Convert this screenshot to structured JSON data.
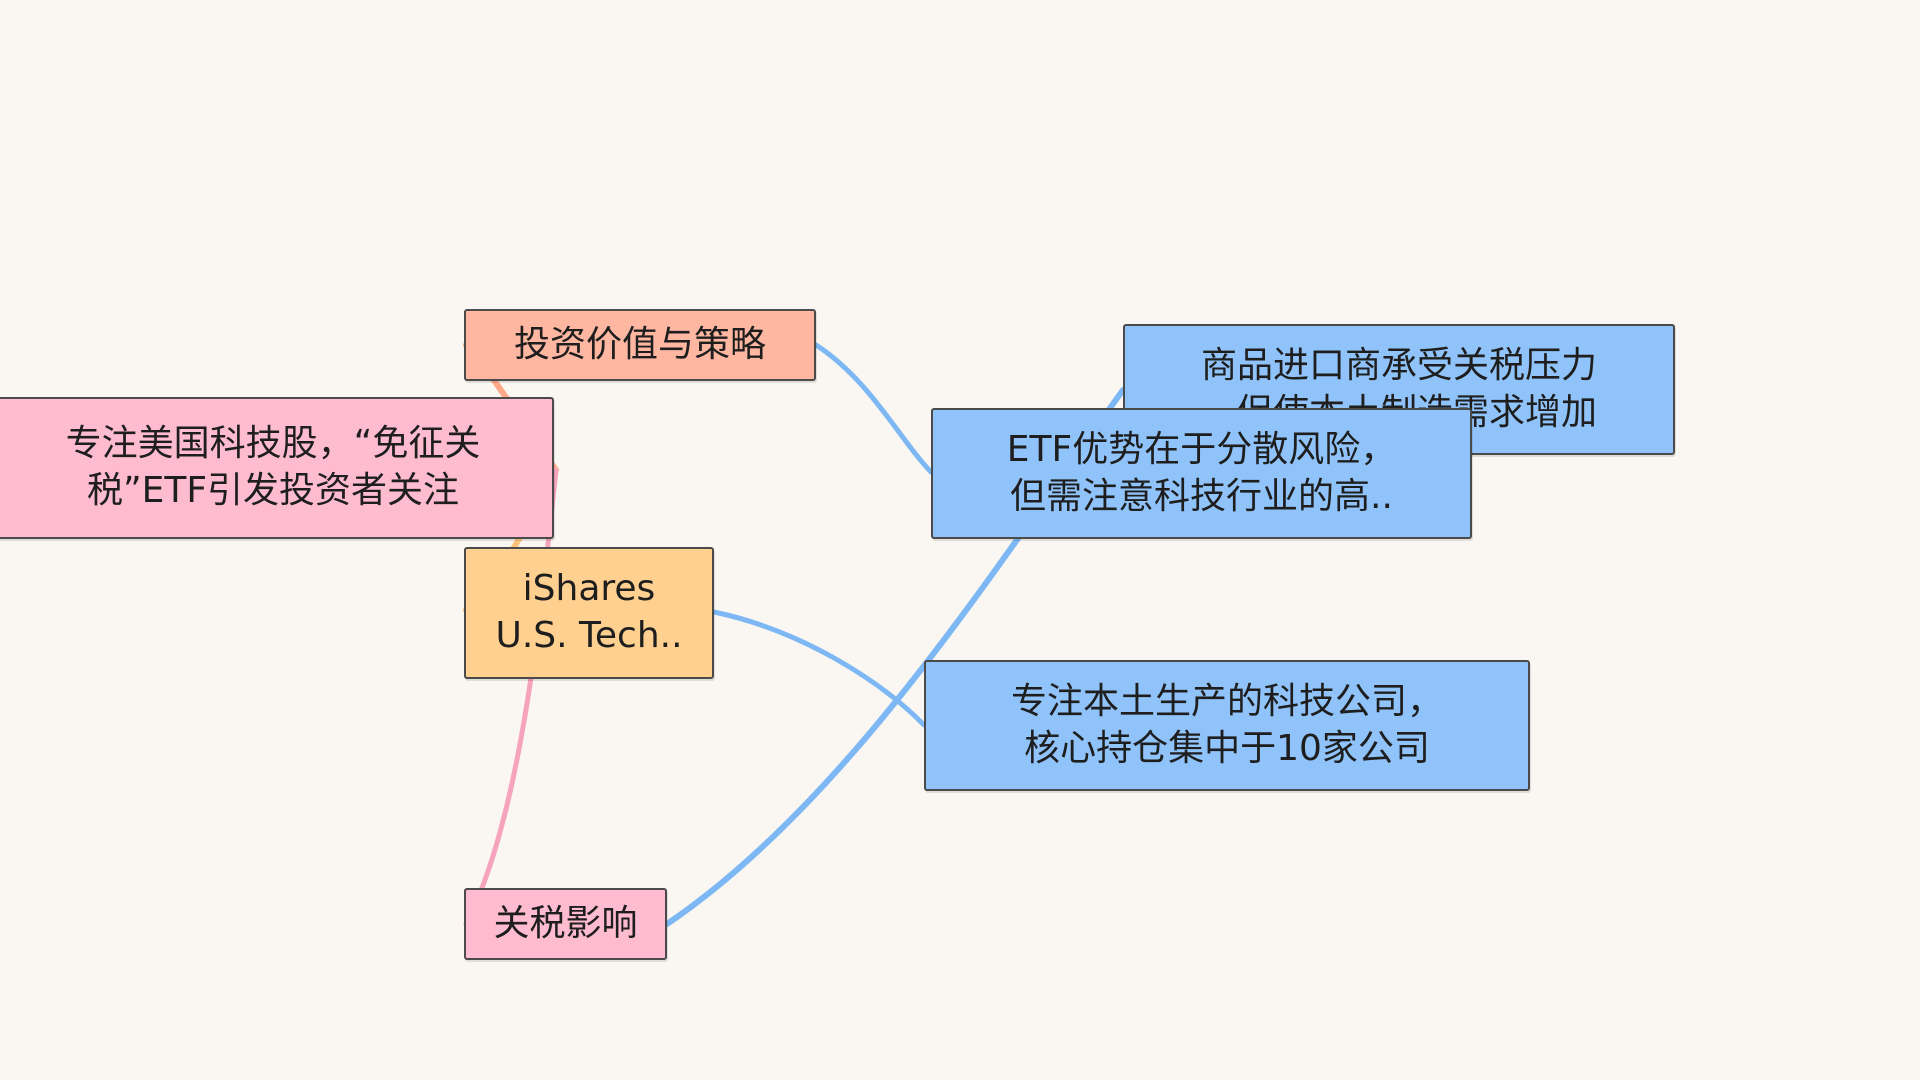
{
  "mindmap": {
    "root": {
      "label": "专注美国科技股，“免征关\n税”ETF引发投资者关注",
      "color": "#ffbcd0"
    },
    "branches": [
      {
        "id": "strategy",
        "label": "投资价值与策略",
        "color": "#ffb7a2",
        "children": [
          {
            "id": "etf-adv",
            "label": "ETF优势在于分散风险，\n但需注意科技行业的高..",
            "color": "#90c3f9"
          }
        ]
      },
      {
        "id": "ishares",
        "label": "iShares\nU.S. Tech..",
        "color": "#ffd08f",
        "children": [
          {
            "id": "focus",
            "label": "专注本土生产的科技公司，\n核心持仓集中于10家公司",
            "color": "#90c3f9"
          }
        ]
      },
      {
        "id": "tariff",
        "label": "关税影响",
        "color": "#ffbcd0",
        "children": [
          {
            "id": "importers",
            "label": "商品进口商承受关税压力\n，促使本土制造需求增加",
            "color": "#90c3f9"
          }
        ]
      }
    ],
    "edge_colors": {
      "root_to_strategy": "#ffa98a",
      "root_to_ishares": "#ffc47a",
      "root_to_tariff": "#f6a3bd",
      "leaf_links": "#7db8f5"
    }
  }
}
